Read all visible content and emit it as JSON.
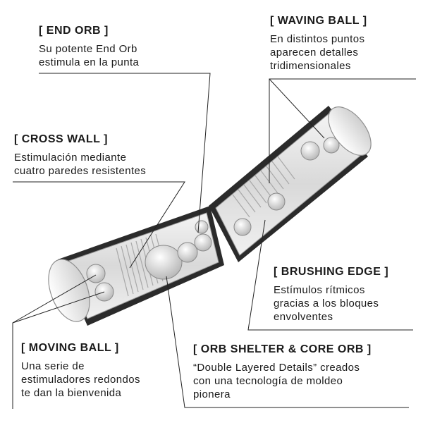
{
  "callouts": {
    "end_orb": {
      "title": "[ END ORB ]",
      "lines": [
        "Su potente End Orb",
        "estimula en la punta"
      ]
    },
    "waving_ball": {
      "title": "[ WAVING BALL ]",
      "lines": [
        "En distintos puntos",
        "aparecen detalles",
        "tridimensionales"
      ]
    },
    "cross_wall": {
      "title": "[ CROSS WALL ]",
      "lines": [
        "Estimulación mediante",
        "cuatro paredes resistentes"
      ]
    },
    "brushing_edge": {
      "title": "[ BRUSHING EDGE ]",
      "lines": [
        "Estímulos rítmicos",
        "gracias a los bloques",
        "envolventes"
      ]
    },
    "moving_ball": {
      "title": "[ MOVING BALL ]",
      "lines": [
        "Una serie de",
        "estimuladores redondos",
        "te dan la bienvenida"
      ]
    },
    "orb_shelter": {
      "title": "[ ORB SHELTER & CORE ORB ]",
      "lines": [
        "“Double Layered Details” creados",
        "con una tecnología de moldeo",
        "pionera"
      ]
    }
  },
  "colors": {
    "text": "#1a1a1a",
    "leader_line": "#222222",
    "shell": "#2b2b2b",
    "sleeve": "#e8e8e8"
  }
}
